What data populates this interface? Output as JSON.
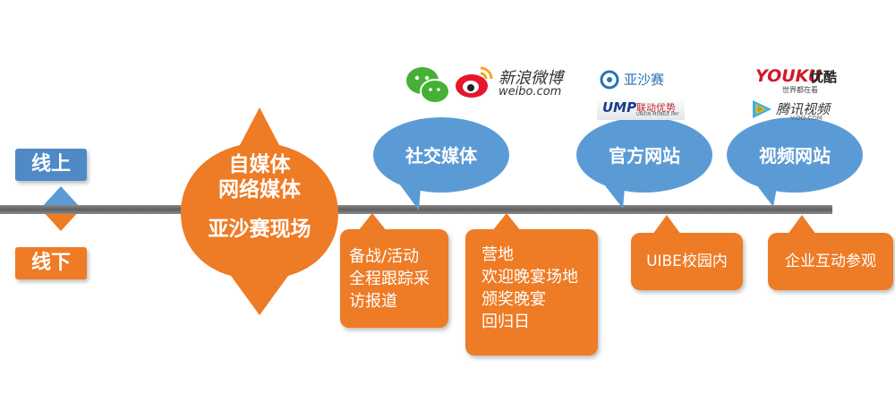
{
  "labels": {
    "online": "线上",
    "offline": "线下"
  },
  "hub": {
    "line1": "自媒体",
    "line2": "网络媒体",
    "line3": "亚沙赛现场"
  },
  "online_nodes": [
    {
      "label": "社交媒体"
    },
    {
      "label": "官方网站"
    },
    {
      "label": "视频网站"
    }
  ],
  "offline_boxes": [
    {
      "lines": [
        "备战/活动",
        "全程跟踪采",
        "访报道"
      ]
    },
    {
      "lines": [
        "营地",
        "欢迎晚宴场地",
        "颁奖晚宴",
        "回归日"
      ]
    },
    {
      "lines": [
        "UIBE校园内"
      ]
    },
    {
      "lines": [
        "企业互动参观"
      ]
    }
  ],
  "logos": {
    "weibo_cn": "新浪微博",
    "weibo_en": "weibo.com",
    "asian_beach": "亚沙赛",
    "ump": "UMP",
    "ump_cn": "联动优势",
    "ump_en": "UNION MOBILE PAY",
    "youku_en": "YOUKU",
    "youku_cn": "优酷",
    "youku_slogan": "世界都在看",
    "tencent_video": "腾讯视频",
    "tencent_url": "V.QQ.COM"
  },
  "colors": {
    "orange": "#ee7b26",
    "blue_bubble": "#5b9bd5",
    "label_blue": "#4f8ac7",
    "timeline": "#6f6f6f"
  }
}
